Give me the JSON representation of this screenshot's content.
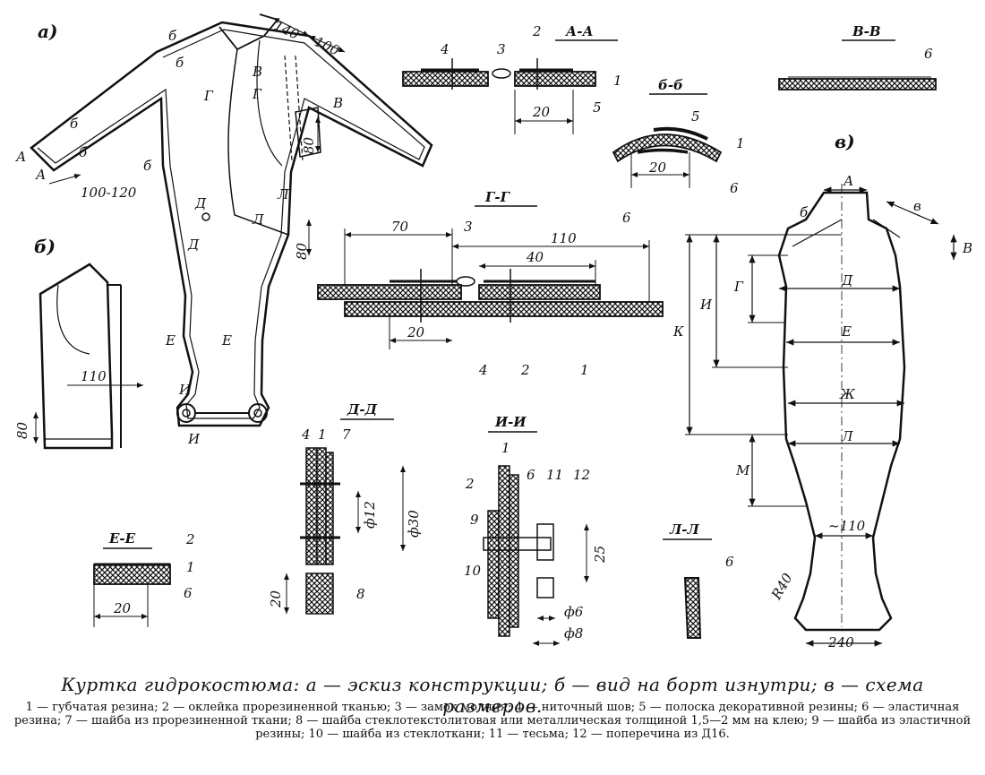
{
  "caption": "Куртка гидрокостюма: а — эскиз конструкции; б — вид на борт изнутри; в — схема размеров.",
  "legend": "1 — губчатая резина; 2 — оклейка прорезиненной тканью; 3 — замок молния; 4 — ниточный шов; 5 — полоска декоративной резины; 6 — эластичная резина; 7 — шайба из прорезиненной ткани; 8 — шайба стеклотекстолитовая или металлическая толщиной 1,5—2 мм на клею; 9 — шайба из эластичной резины; 10 — шайба из стеклоткани; 11 — тесьма; 12 — поперечина из Д16.",
  "panels": {
    "a": "а)",
    "b": "б)",
    "v": "в)"
  },
  "sections": {
    "aa": "А-А",
    "bb": "б-б",
    "vv": "В-В",
    "gg": "Г-Г",
    "dd": "Д-Д",
    "ii": "И-И",
    "ee": "Е-Е",
    "ll": "Л-Л"
  },
  "dims": {
    "d140": "140",
    "d100": "100",
    "d100_120": "100-120",
    "d80_sleeve": "80",
    "d80_hip": "80",
    "aa_20": "20",
    "bb_20": "20",
    "gg_70": "70",
    "gg_110": "110",
    "gg_40": "40",
    "gg_20": "20",
    "b_110": "110",
    "b_80": "80",
    "dd_12": "ф12",
    "dd_30": "ф30",
    "dd_20": "20",
    "ii_25": "25",
    "ii_6": "ф6",
    "ii_8": "ф8",
    "ee_20": "20",
    "v_110": "~110",
    "v_240": "240",
    "v_r40": "R40"
  },
  "jacket_marks": {
    "b1": "б",
    "b2": "б",
    "b3": "б",
    "b4": "б",
    "b5": "б",
    "a1": "А",
    "a2": "А",
    "v1": "В",
    "v2": "В",
    "g1": "Г",
    "g2": "Г",
    "d1": "Д",
    "d2": "Д",
    "e1": "Е",
    "e2": "Е",
    "l1": "Л",
    "l2": "Л",
    "i1": "И",
    "i2": "И"
  },
  "size_scheme": {
    "A": "А",
    "b": "б",
    "v": "в",
    "B": "В",
    "G": "Г",
    "D": "Д",
    "E": "Е",
    "Zh": "Ж",
    "L": "Л",
    "I": "И",
    "K": "К",
    "M": "М"
  },
  "callouts": {
    "aa": [
      "4",
      "3",
      "2",
      "1",
      "5"
    ],
    "bb": [
      "5",
      "1",
      "6"
    ],
    "vv": [
      "6"
    ],
    "gg": [
      "3",
      "6",
      "4",
      "2",
      "1"
    ],
    "dd": [
      "4",
      "1",
      "7",
      "8"
    ],
    "ii": [
      "1",
      "6",
      "11",
      "12",
      "2",
      "9",
      "10"
    ],
    "ee": [
      "2",
      "1",
      "6"
    ],
    "ll": [
      "6"
    ]
  }
}
